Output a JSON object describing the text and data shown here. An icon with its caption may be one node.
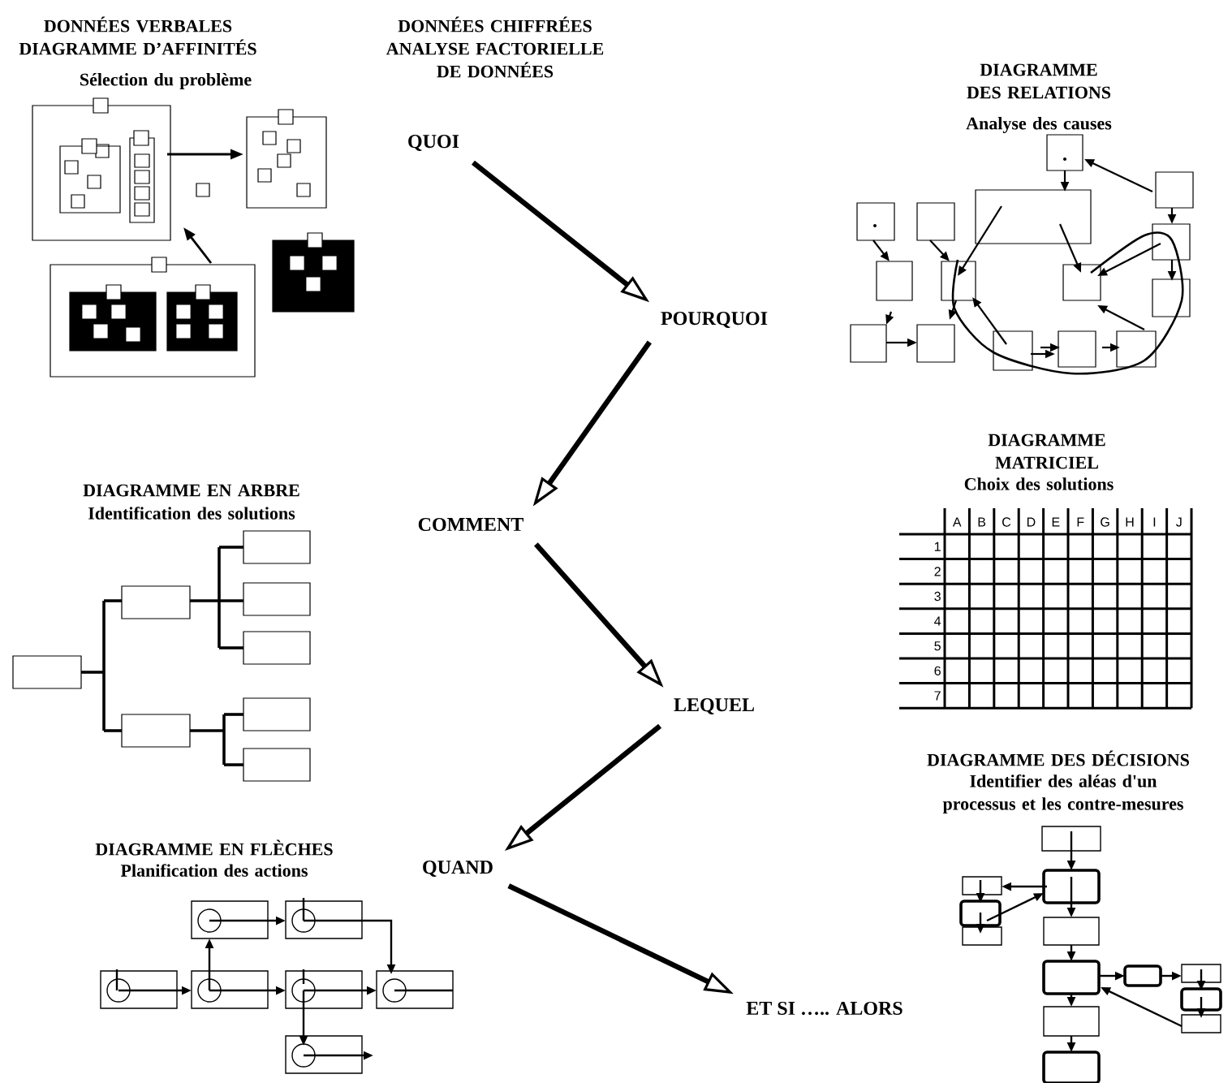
{
  "diagram": {
    "nodes": [
      {
        "text": [
          "QUOI"
        ]
      },
      {
        "text": [
          "POURQUOI"
        ]
      },
      {
        "text": [
          "COMMENT"
        ]
      },
      {
        "text": [
          "LEQUEL"
        ]
      },
      {
        "text": [
          "QUAND"
        ]
      },
      {
        "text": [
          "ET SI ….. ALORS"
        ]
      }
    ],
    "edges": [
      {
        "from": 0,
        "to": 1,
        "arrow": "to"
      },
      {
        "from": 1,
        "to": 2,
        "arrow": "to"
      },
      {
        "from": 2,
        "to": 3,
        "arrow": "to"
      },
      {
        "from": 3,
        "to": 4,
        "arrow": "to"
      },
      {
        "from": 4,
        "to": 5,
        "arrow": "to"
      }
    ],
    "labels": [
      "DONNÉES VERBALES DIAGRAMME D’AFFINITÉS",
      "Sélection du problème",
      "DONNÉES CHIFFRÉES ANALYSE FACTORIELLE DE DONNÉES",
      "DIAGRAMME DES RELATIONS",
      "Analyse des causes",
      "DIAGRAMME EN ARBRE",
      "Identification des solutions",
      "DIAGRAMME MATRICIEL",
      "Choix des solutions",
      "A",
      "B",
      "C",
      "D",
      "E",
      "F",
      "G",
      "H",
      "I",
      "J",
      "1",
      "2",
      "3",
      "4",
      "5",
      "6",
      "7",
      "DIAGRAMME DES DÉCISIONS",
      "Identifier des aléas d'un processus et les contre-mesures",
      "DIAGRAMME EN FLÈCHES",
      "Planification des actions"
    ]
  }
}
